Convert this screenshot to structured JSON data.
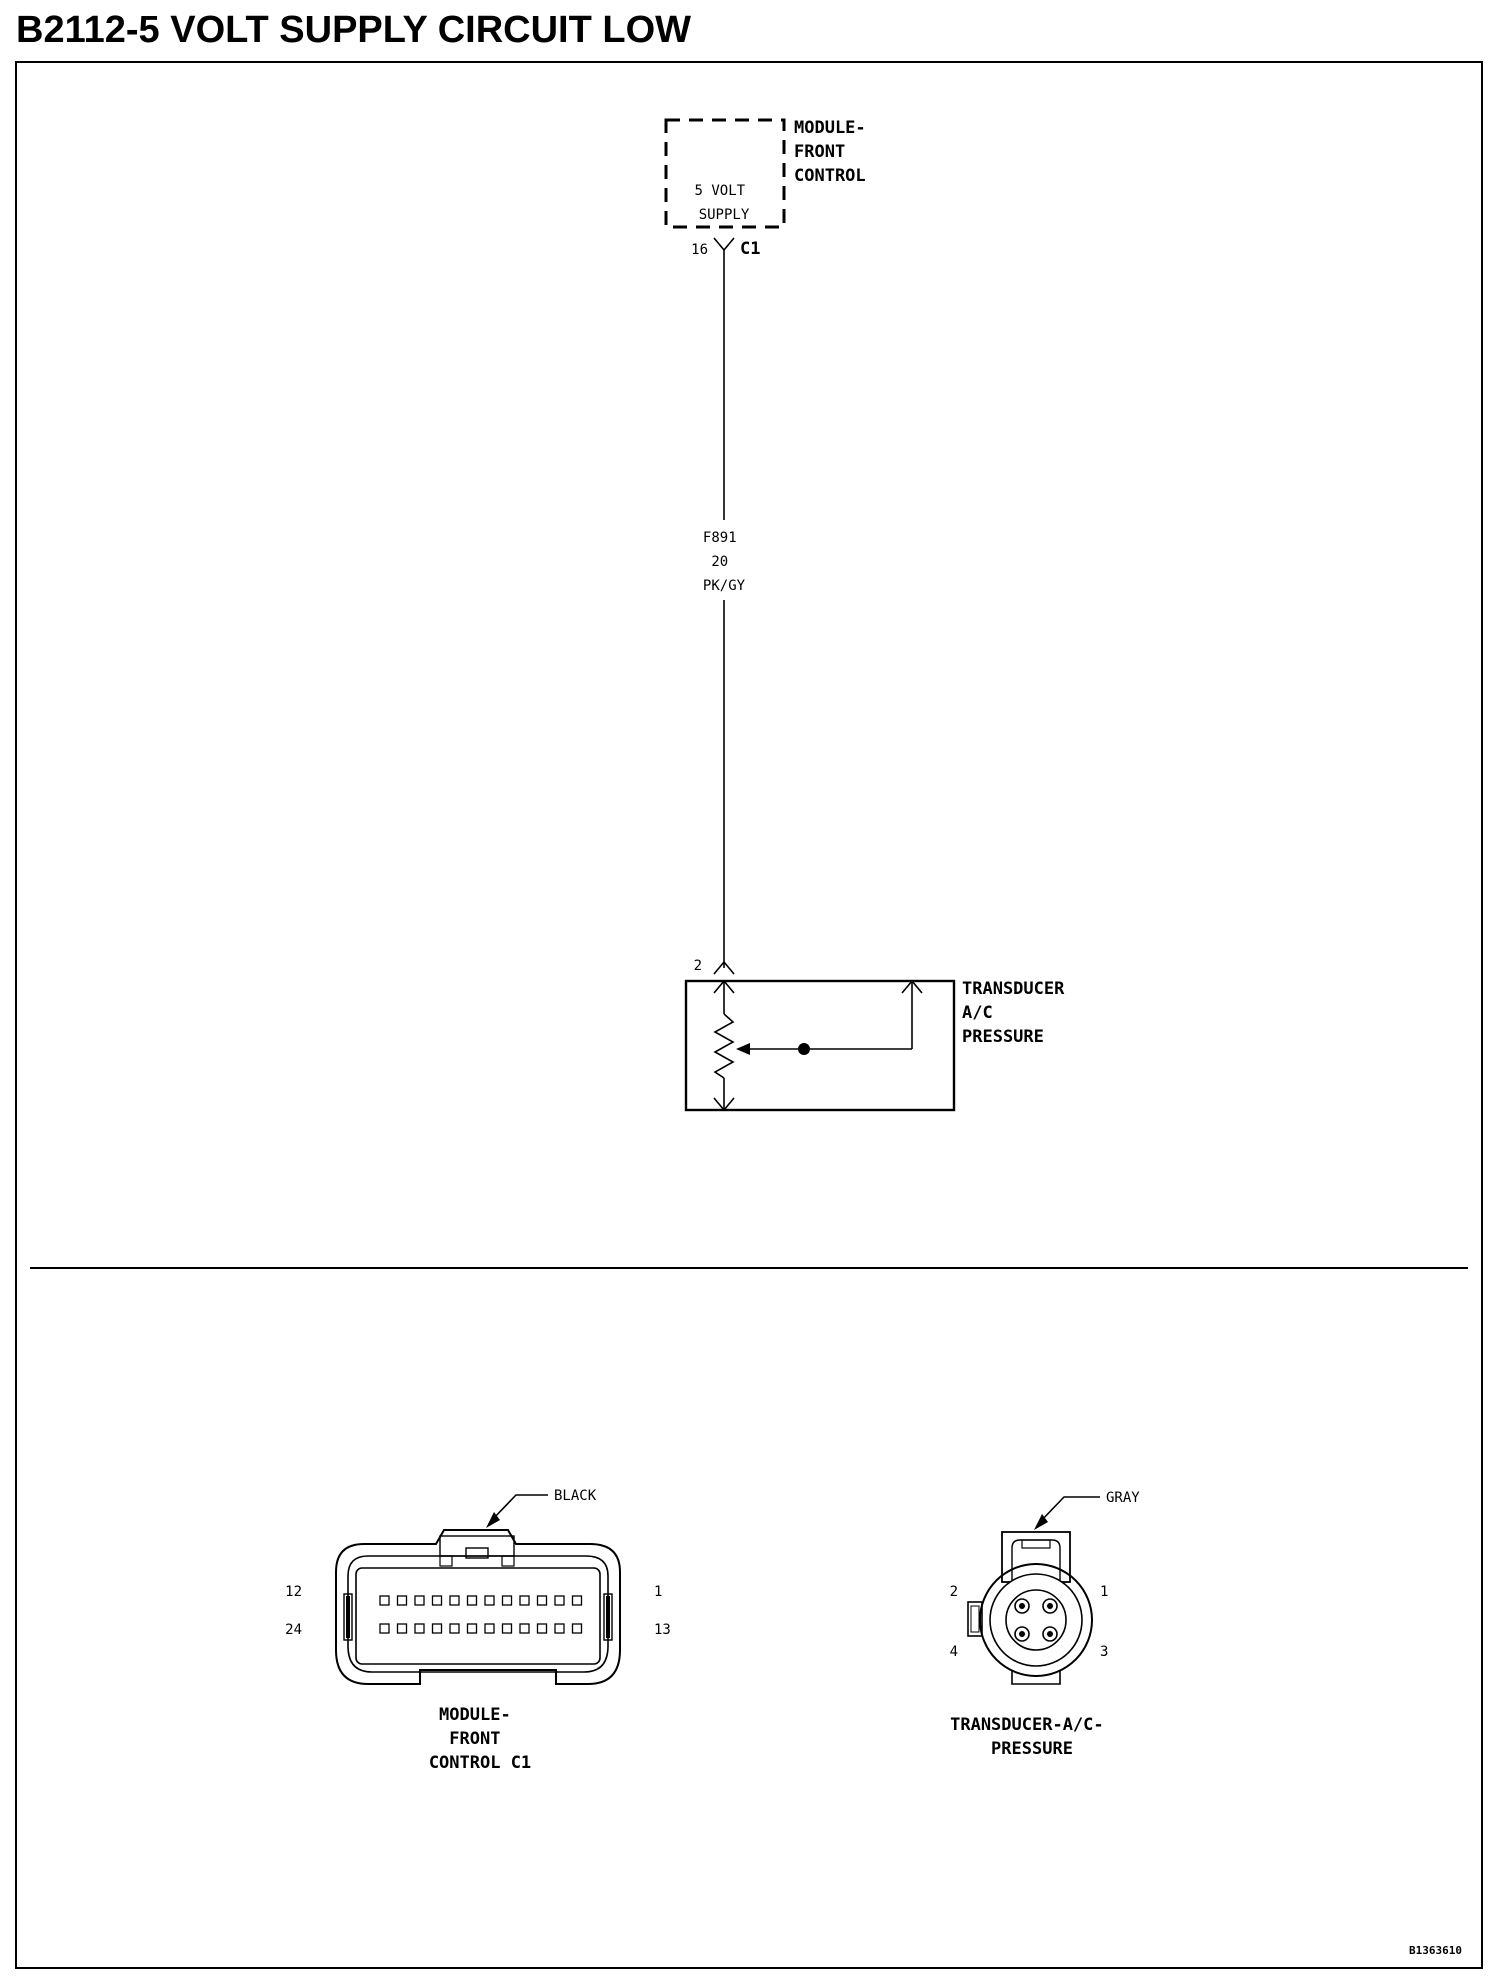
{
  "title": "B2112-5 VOLT SUPPLY CIRCUIT LOW",
  "module": {
    "name_lines": [
      "MODULE-",
      "FRONT",
      "CONTROL"
    ],
    "inner_lines": [
      "5 VOLT",
      "SUPPLY"
    ],
    "pin": "16",
    "connector": "C1"
  },
  "wire": {
    "lines": [
      "F891",
      "20",
      "PK/GY"
    ]
  },
  "transducer": {
    "pin": "2",
    "name_lines": [
      "TRANSDUCER",
      "A/C",
      "PRESSURE"
    ]
  },
  "connector_front_control": {
    "color_label": "BLACK",
    "pins": {
      "top_left": "12",
      "bottom_left": "24",
      "top_right": "1",
      "bottom_right": "13"
    },
    "name_lines": [
      "MODULE-",
      "FRONT",
      "CONTROL C1"
    ]
  },
  "connector_transducer": {
    "color_label": "GRAY",
    "pins": {
      "top_left": "2",
      "top_right": "1",
      "bottom_left": "4",
      "bottom_right": "3"
    },
    "name_lines": [
      "TRANSDUCER-A/C-",
      "PRESSURE"
    ]
  },
  "drawing_id": "B1363610"
}
